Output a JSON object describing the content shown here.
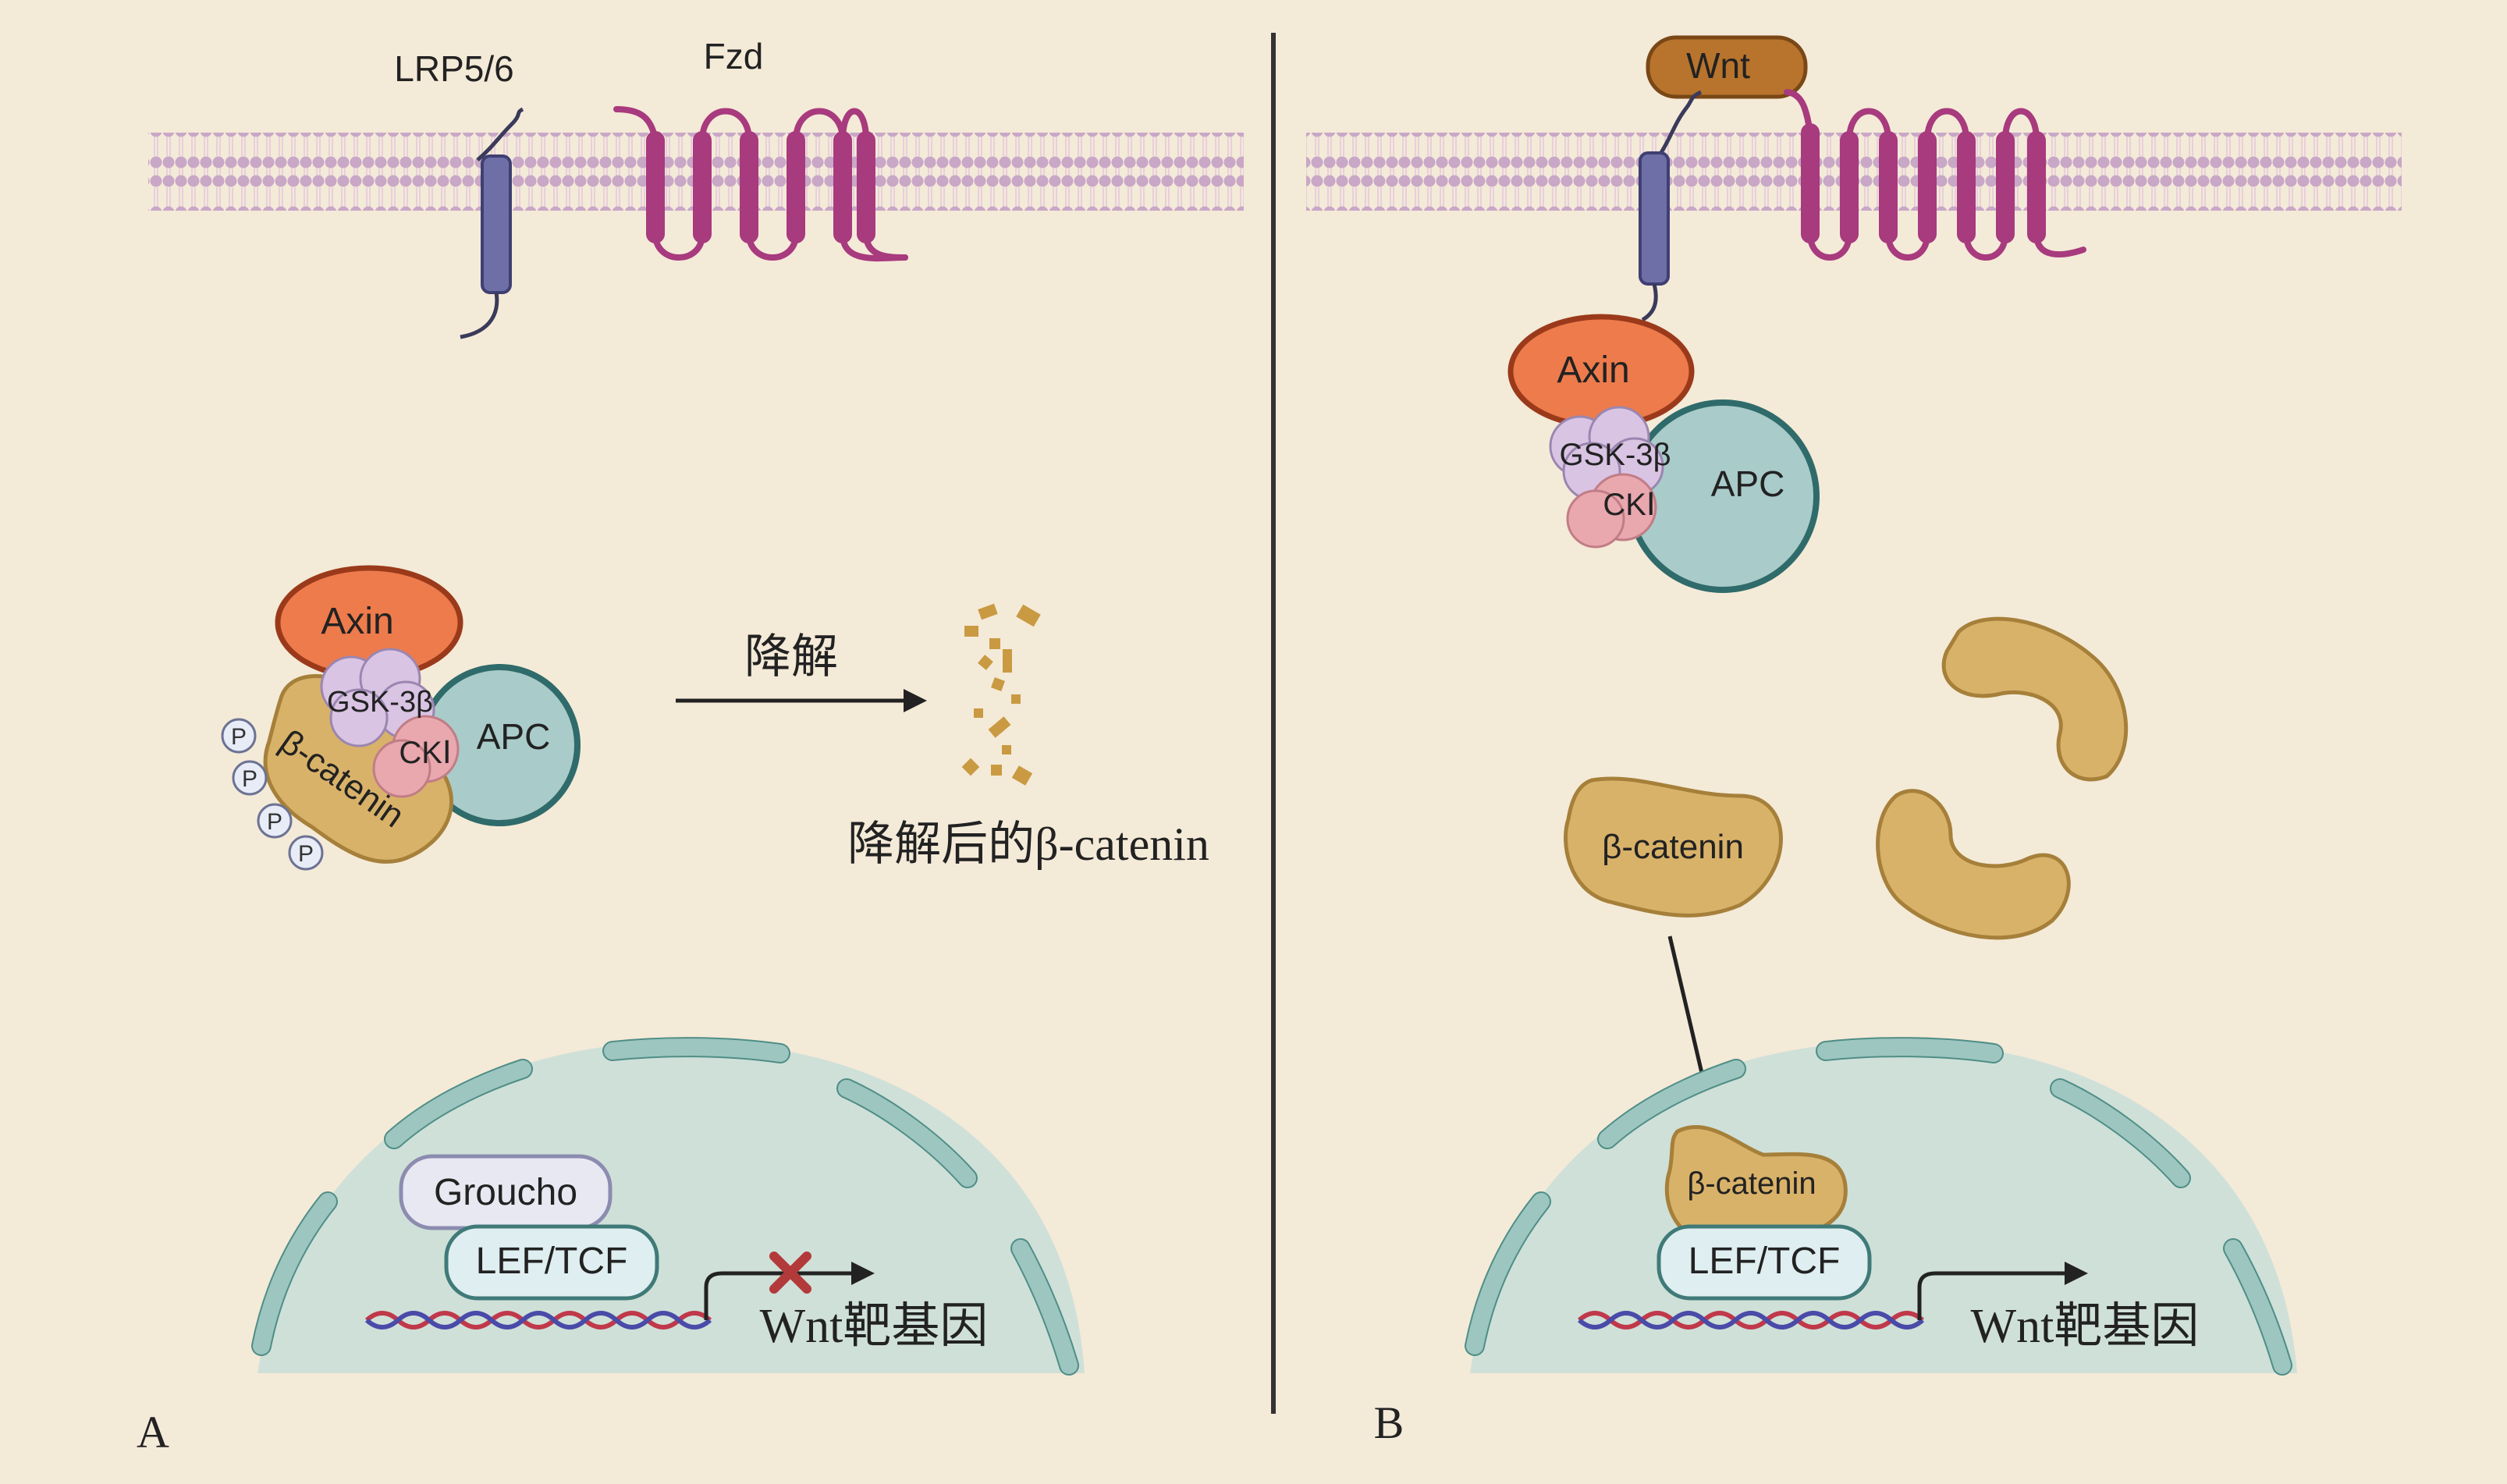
{
  "panels": {
    "a": {
      "letter": "A",
      "lrp": "LRP5/6",
      "fzd": "Fzd",
      "axin": "Axin",
      "gsk": "GSK-3β",
      "ck": "CKⅠ",
      "apc": "APC",
      "bcat": "β-catenin",
      "phospho": "P",
      "arrow_label": "降解",
      "degraded_label": "降解后的β-catenin",
      "groucho": "Groucho",
      "leftcf": "LEF/TCF",
      "target_gene": "Wnt靶基因"
    },
    "b": {
      "letter": "B",
      "wnt": "Wnt",
      "axin": "Axin",
      "gsk": "GSK-3β",
      "ck": "CKⅠ",
      "apc": "APC",
      "bcat": "β-catenin",
      "bcat_nuclear": "β-catenin",
      "leftcf": "LEF/TCF",
      "target_gene": "Wnt靶基因"
    }
  },
  "colors": {
    "background": "#f4ead8",
    "membrane_head": "#c9a7c7",
    "lrp": "#6f6fa8",
    "fzd": "#a83a7e",
    "axin": "#ee7b4c",
    "apc": "#a9cbc9",
    "gsk": "#d9c4e4",
    "ck": "#e9a7ae",
    "bcat": "#d9b269",
    "wnt": "#b8742c",
    "nucleus": "#cfe0d8",
    "envelope": "#9dc6c0",
    "block_x": "#b23a3a"
  }
}
